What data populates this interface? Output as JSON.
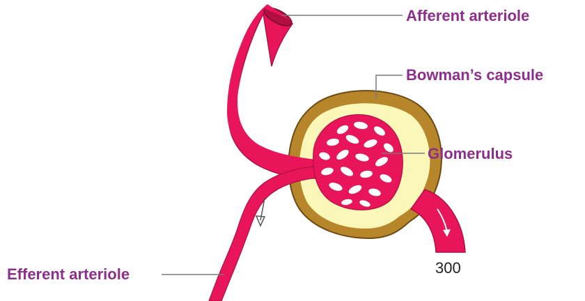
{
  "labels": {
    "afferent": "Afferent arteriole",
    "bowman": "Bowman’s capsule",
    "glomerulus": "Glomerulus",
    "efferent": "Efferent arteriole"
  },
  "figure_number": "300",
  "colors": {
    "label_text": "#8e2e8c",
    "vessel": "#e8155a",
    "vessel_dark": "#b00f44",
    "capsule_outer": "#b8862a",
    "capsule_border": "#6b4a14",
    "capsule_inner": "#fbf7b8",
    "glomerulus_fill": "#e8155a",
    "pore": "#ffffff",
    "leader_line": "#7a7a7a",
    "number_text": "#222222"
  }
}
